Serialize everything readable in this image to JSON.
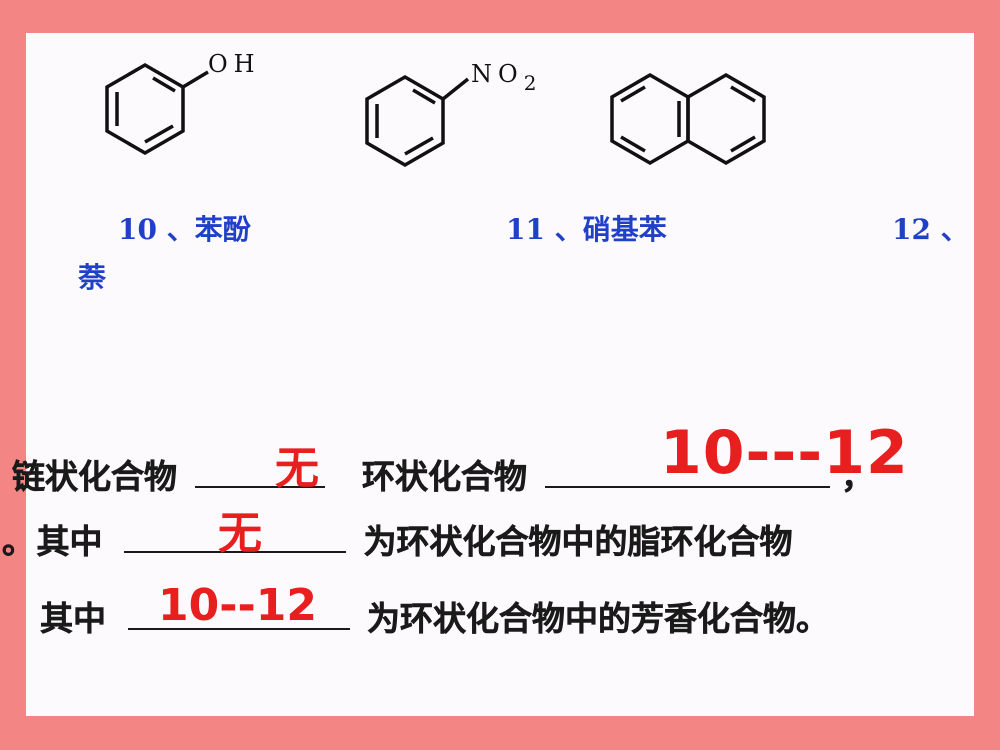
{
  "structures": [
    {
      "substituent": "OH",
      "caption": "10 、苯酚"
    },
    {
      "substituent": "NO",
      "substituent_sub": "2",
      "caption": "11 、硝基苯"
    },
    {
      "caption_start": "12 、",
      "caption_end": "萘"
    }
  ],
  "questions": {
    "line1_part1": "链状化合物",
    "line1_part2": "环状化合物",
    "line1_end": "，",
    "line2_prefix": "。",
    "line2_start": "其中",
    "line2_end": "为环状化合物中的脂环化合物",
    "line3_start": "其中",
    "line3_end": "为环状化合物中的芳香化合物。"
  },
  "answers": {
    "chain": "无",
    "ring": "10---12",
    "alicyclic": "无",
    "aromatic": "10--12"
  },
  "colors": {
    "frame": "#f48585",
    "caption": "#2040c8",
    "answer": "#e81f1f"
  }
}
